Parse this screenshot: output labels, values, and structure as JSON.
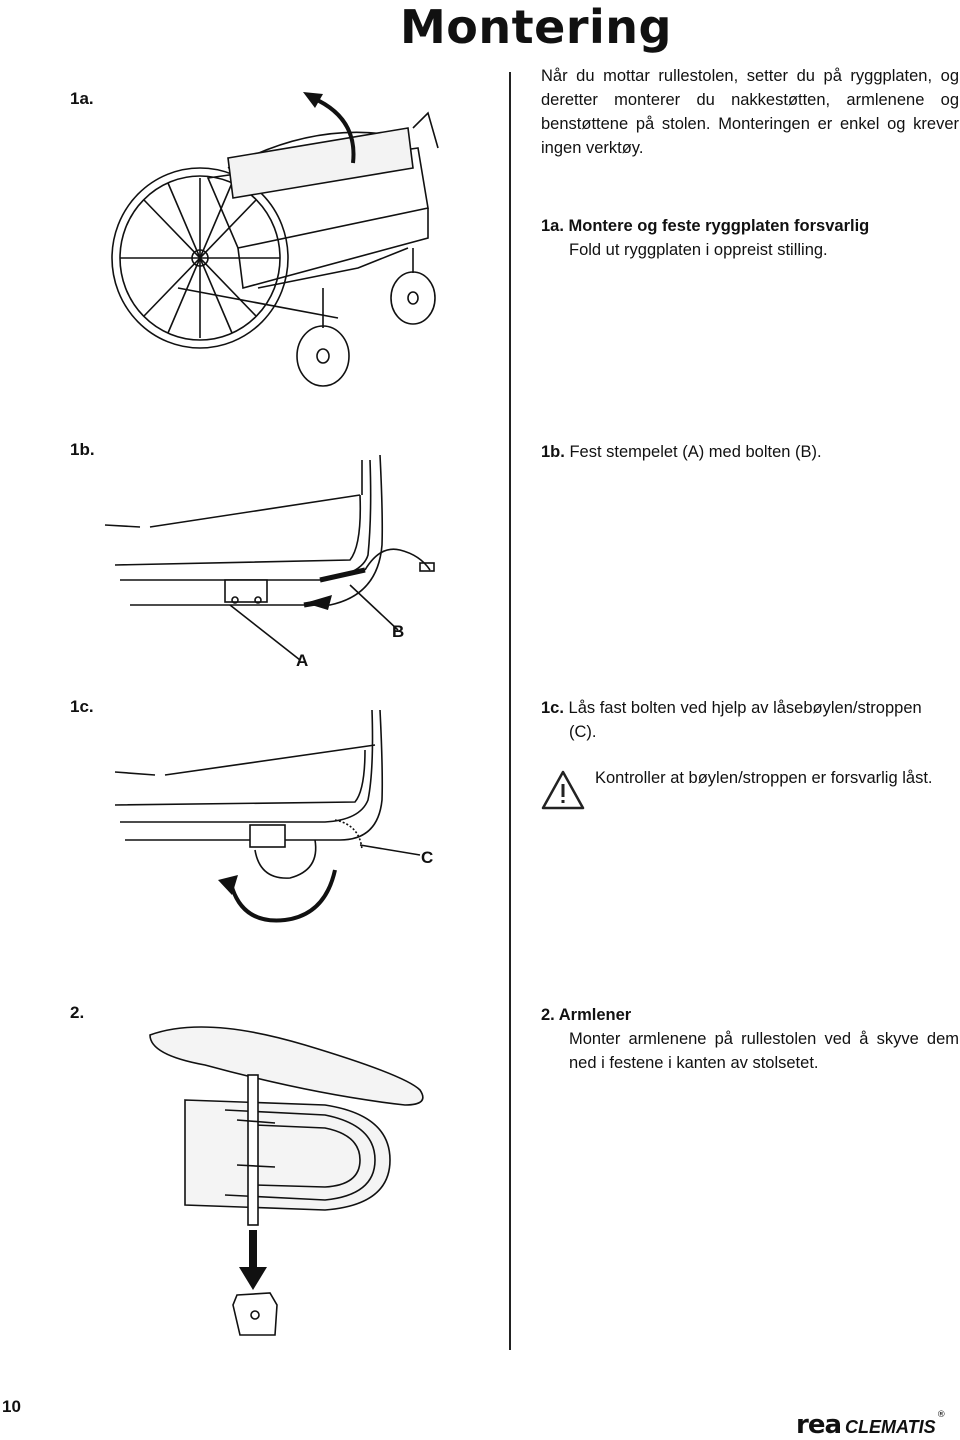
{
  "header": {
    "title": "Montering"
  },
  "steps": {
    "s1a_num": "1a.",
    "s1a_intro": "Når du mottar rullestolen, setter du på ryggplaten, og deretter monterer du nakkestøtten, armlenene og benstøttene på stolen. Monteringen er enkel og krever ingen verktøy.",
    "s1a_heading": "1a. Montere og feste ryggplaten forsvarlig",
    "s1a_body": "Fold ut ryggplaten i oppreist stilling.",
    "s1b_num": "1b.",
    "s1b_text_num": "1b.",
    "s1b_text": "Fest stempelet (A) med bolten (B).",
    "s1c_num": "1c.",
    "s1c_text_num": "1c.",
    "s1c_text_a": "Lås fast bolten ved hjelp av låsebøylen/stroppen",
    "s1c_text_b": "(C).",
    "s1c_warning": "Kontroller at bøylen/stroppen er forsvarlig låst.",
    "s2_num": "2.",
    "s2_heading": "2. Armlener",
    "s2_body": "Monter armlenene på rullestolen ved å skyve dem ned i festene i kanten av stolsetet."
  },
  "figure_labels": {
    "a": "A",
    "b": "B",
    "c": "C"
  },
  "footer": {
    "page_number": "10",
    "logo_rea": "rea",
    "logo_brand": "CLEMATIS",
    "logo_reg": "®"
  },
  "icons": {
    "warning": "warning-triangle-icon"
  },
  "colors": {
    "ink": "#111111",
    "warning_border": "#222222"
  }
}
